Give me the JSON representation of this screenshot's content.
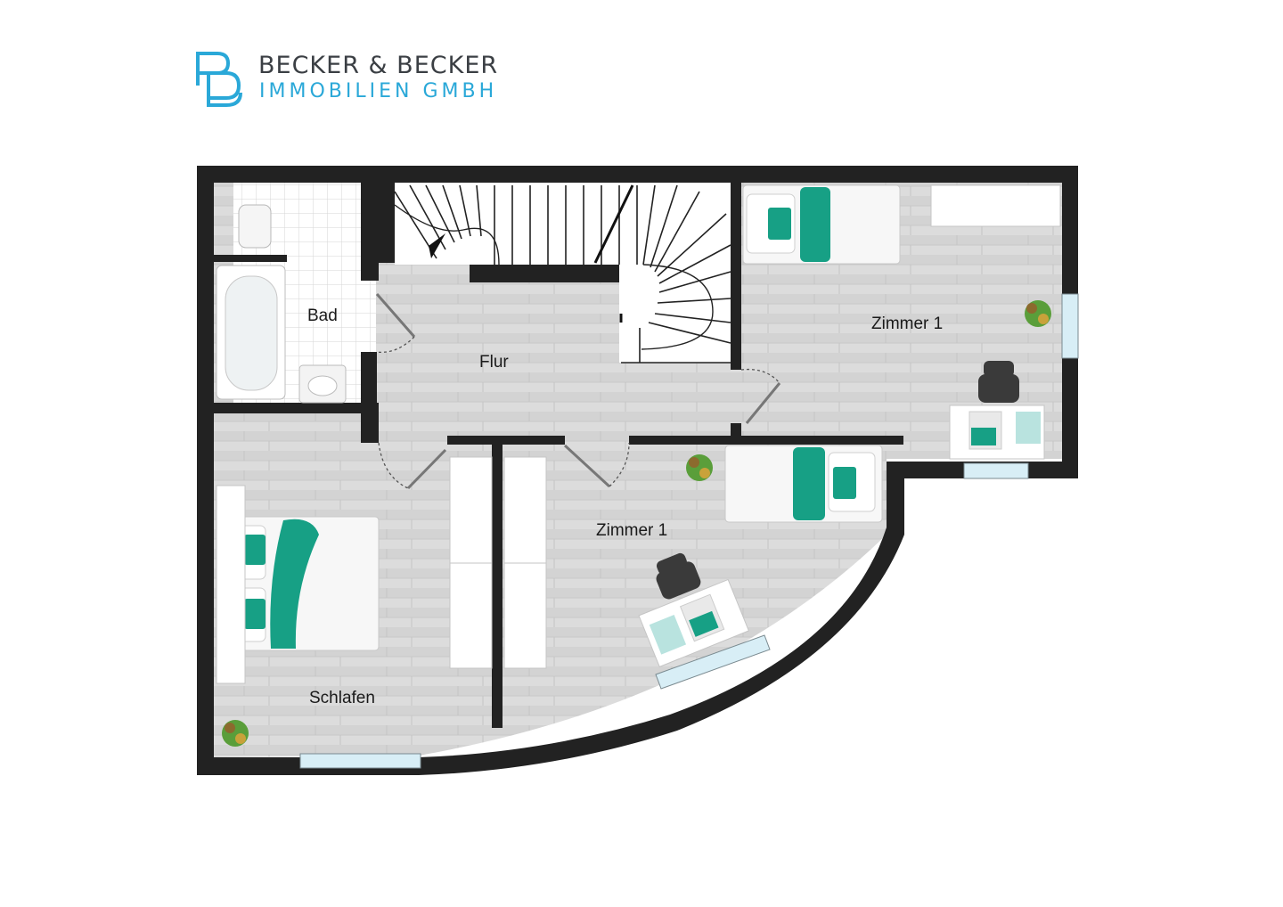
{
  "company": {
    "name": "BECKER & BECKER",
    "subtitle": "IMMOBILIEN GMBH",
    "logo_icon": "bb-monogram-icon"
  },
  "rooms": {
    "bad": "Bad",
    "flur": "Flur",
    "zimmer_top": "Zimmer 1",
    "zimmer_center": "Zimmer 1",
    "schlafen": "Schlafen"
  },
  "colors": {
    "wall": "#222222",
    "floor": "#dcdcdc",
    "accent_teal": "#17a085",
    "brand_blue": "#2aa8d8",
    "brand_dark": "#3b3f44",
    "window_glass": "#d8eef6"
  }
}
